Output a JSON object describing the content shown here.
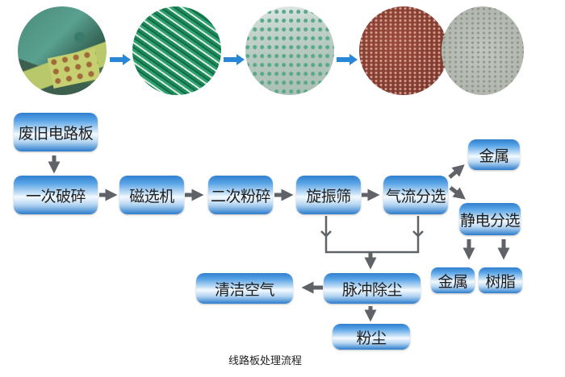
{
  "photos": [
    {
      "name": "waste-circuit-boards",
      "alt": "废旧电路板照片"
    },
    {
      "name": "crushed-fragments",
      "alt": "破碎料照片"
    },
    {
      "name": "ground-powder",
      "alt": "粉碎料照片"
    },
    {
      "name": "metal-powder",
      "alt": "金属粉照片"
    },
    {
      "name": "resin-powder",
      "alt": "树脂粉照片"
    }
  ],
  "nodes": {
    "waste_pcb": "废旧电路板",
    "primary_crush": "一次破碎",
    "magnetic_sep": "磁选机",
    "secondary_crush": "二次粉碎",
    "vibrating_screen": "旋振筛",
    "air_sep": "气流分选",
    "metal_top": "金属",
    "electrostatic_sep": "静电分选",
    "metal_bottom": "金属",
    "resin": "树脂",
    "pulse_dust": "脉冲除尘",
    "clean_air": "清洁空气",
    "dust": "粉尘"
  },
  "caption": "线路板处理流程",
  "colors": {
    "box_blue": "#2f7fd0",
    "photo_arrow": "#2a86d6",
    "flow_arrow": "#5f6368"
  }
}
